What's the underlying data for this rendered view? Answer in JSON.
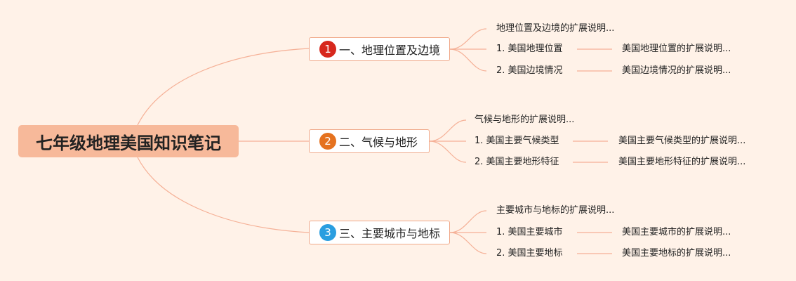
{
  "root": {
    "title": "七年级地理美国知识笔记"
  },
  "colors": {
    "line": "#f5b096",
    "badge1": "#d7281d",
    "badge2": "#e5721f",
    "badge3": "#2a9ee0"
  },
  "branches": [
    {
      "number": "1",
      "title": "一、地理位置及边境",
      "note": "地理位置及边境的扩展说明...",
      "items": [
        {
          "label": "1. 美国地理位置",
          "desc": "美国地理位置的扩展说明..."
        },
        {
          "label": "2. 美国边境情况",
          "desc": "美国边境情况的扩展说明..."
        }
      ]
    },
    {
      "number": "2",
      "title": "二、气候与地形",
      "note": "气候与地形的扩展说明...",
      "items": [
        {
          "label": "1. 美国主要气候类型",
          "desc": "美国主要气候类型的扩展说明..."
        },
        {
          "label": "2. 美国主要地形特征",
          "desc": "美国主要地形特征的扩展说明..."
        }
      ]
    },
    {
      "number": "3",
      "title": "三、主要城市与地标",
      "note": "主要城市与地标的扩展说明...",
      "items": [
        {
          "label": "1. 美国主要城市",
          "desc": "美国主要城市的扩展说明..."
        },
        {
          "label": "2. 美国主要地标",
          "desc": "美国主要地标的扩展说明..."
        }
      ]
    }
  ]
}
